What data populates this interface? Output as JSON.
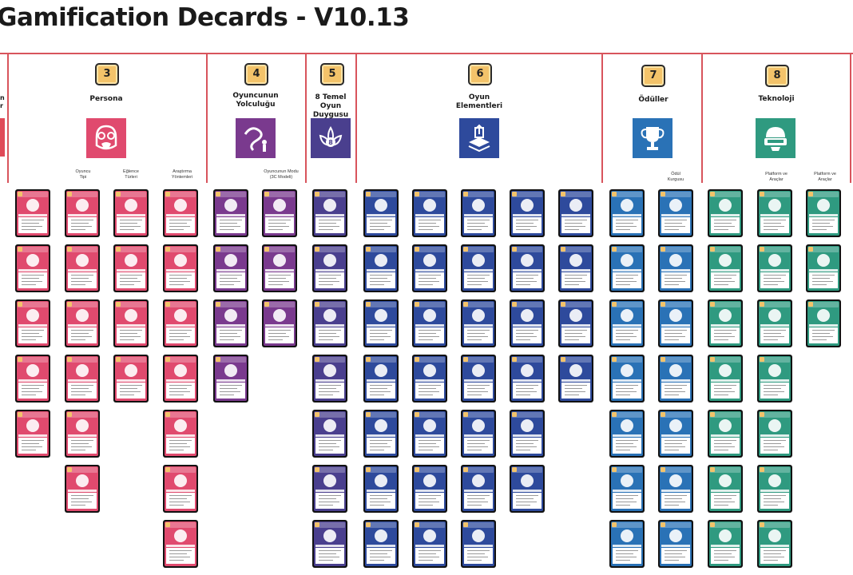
{
  "title": "Gamification Decards - V10.13",
  "colors": {
    "divider": "#d8545c",
    "persona": "#e04a6e",
    "journey": "#7a3a8e",
    "drives": "#4a3f8e",
    "elements": "#2e4a9c",
    "rewards": "#2a72b6",
    "tech": "#2f9a80",
    "badge": "#f3c36a"
  },
  "edge": {
    "title_lines": [
      "n",
      "r"
    ]
  },
  "sections": [
    {
      "number": "3",
      "title": "Persona",
      "color_key": "persona",
      "icon": "aviator-helmet-icon",
      "sublabels": [
        "Oyuncu\nTipi",
        "Eğlence\nTürleri",
        "Araştırma\nYöntemleri"
      ]
    },
    {
      "number": "4",
      "title": "Oyuncunun\nYolculuğu",
      "color_key": "journey",
      "icon": "journey-path-icon",
      "sublabels": [
        "Oyuncunun Modu\n(3C Modeli)"
      ]
    },
    {
      "number": "5",
      "title": "8 Temel Oyun\nDuygusu",
      "color_key": "drives",
      "icon": "octalysis-lotus-icon",
      "sublabels": []
    },
    {
      "number": "6",
      "title": "Oyun\nElementleri",
      "color_key": "elements",
      "icon": "stacked-layers-icon",
      "sublabels": []
    },
    {
      "number": "7",
      "title": "Ödüller",
      "color_key": "rewards",
      "icon": "trophy-icon",
      "sublabels": [
        "Ödül\nKurgusu"
      ]
    },
    {
      "number": "8",
      "title": "Teknoloji",
      "color_key": "tech",
      "icon": "vr-headset-icon",
      "sublabels": [
        "Platform ve\nAraçlar",
        "Platform ve\nAraçlar"
      ]
    }
  ],
  "card_columns": [
    {
      "group": "persona",
      "count": 5
    },
    {
      "group": "persona",
      "count": 6
    },
    {
      "group": "persona",
      "count": 4
    },
    {
      "group": "persona",
      "count": 7
    },
    {
      "group": "journey",
      "count": 4
    },
    {
      "group": "journey",
      "count": 3
    },
    {
      "group": "drives",
      "count": 7
    },
    {
      "group": "elements",
      "count": 7
    },
    {
      "group": "elements",
      "count": 7
    },
    {
      "group": "elements",
      "count": 7
    },
    {
      "group": "elements",
      "count": 6
    },
    {
      "group": "elements",
      "count": 4
    },
    {
      "group": "rewards",
      "count": 7
    },
    {
      "group": "rewards",
      "count": 7
    },
    {
      "group": "tech",
      "count": 7
    },
    {
      "group": "tech",
      "count": 7
    },
    {
      "group": "tech",
      "count": 3
    }
  ]
}
